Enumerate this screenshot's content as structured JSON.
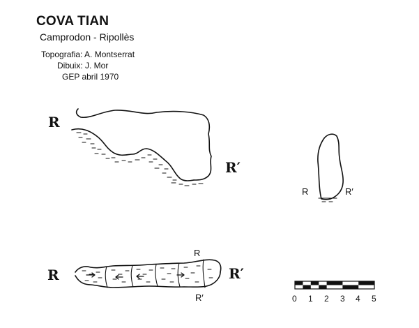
{
  "header": {
    "title": "COVA TIAN",
    "subtitle": "Camprodon - Ripollès",
    "credits": [
      "Topografia: A. Montserrat",
      "Dibuix: J. Mor",
      "GEP  abril  1970"
    ]
  },
  "plan": {
    "label_start": "R",
    "label_end": "R′"
  },
  "cross_section": {
    "label_left": "R",
    "label_right": "R′"
  },
  "profile": {
    "label_left": "R",
    "label_right": "R′",
    "label_top": "R",
    "label_bottom": "R′"
  },
  "scale_bar": {
    "ticks": [
      "0",
      "1",
      "2",
      "3",
      "4",
      "5"
    ]
  }
}
